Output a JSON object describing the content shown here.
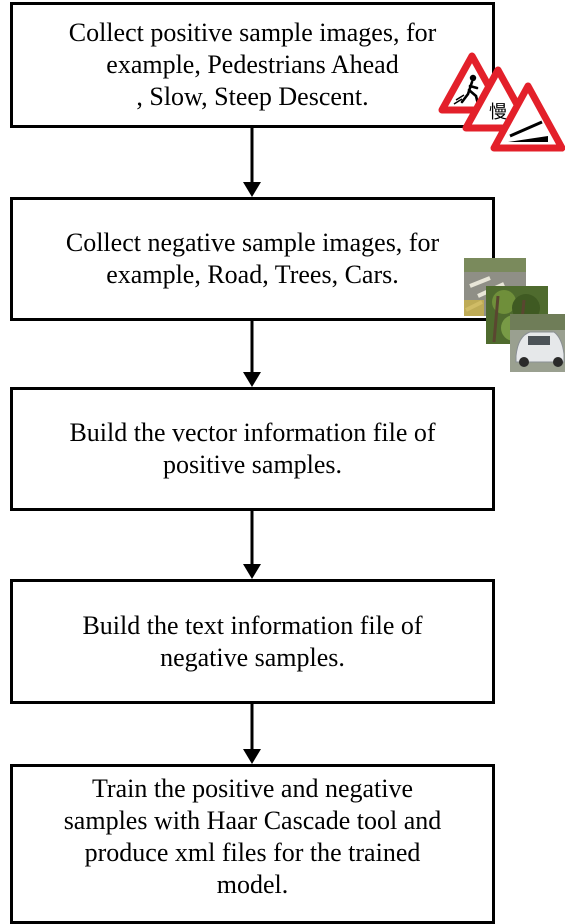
{
  "steps": [
    {
      "id": "collect-positive",
      "lines": [
        "Collect positive sample images, for",
        "example, Pedestrians Ahead",
        ", Slow, Steep Descent."
      ]
    },
    {
      "id": "collect-negative",
      "lines": [
        "Collect negative sample images, for",
        "example, Road, Trees, Cars."
      ]
    },
    {
      "id": "build-vector",
      "lines": [
        "Build the vector information file of",
        "positive samples."
      ]
    },
    {
      "id": "build-text",
      "lines": [
        "Build the text information file of",
        "negative samples."
      ]
    },
    {
      "id": "train",
      "lines": [
        "Train the positive and negative",
        "samples with Haar Cascade tool and",
        "produce xml files for the trained",
        "model."
      ]
    }
  ],
  "sign_glyph": "慢",
  "colors": {
    "border": "#000000",
    "sign_red": "#e3202a",
    "sign_white": "#ffffff"
  }
}
